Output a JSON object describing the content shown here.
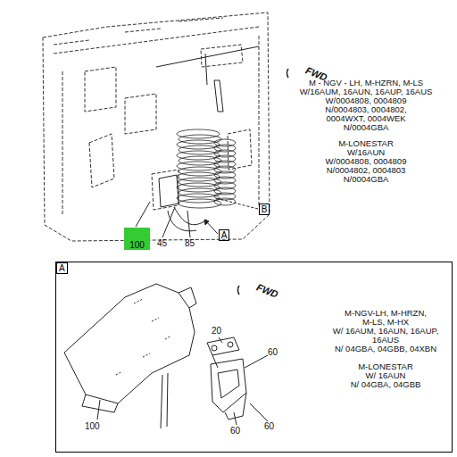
{
  "diagram": {
    "nodes": [
      {
        "text": [
          "100"
        ]
      },
      {
        "text": [
          "B"
        ]
      },
      {
        "text": [
          "A"
        ]
      },
      {
        "text": [
          "A"
        ]
      }
    ],
    "labels": [
      "FWD",
      "M - NGV - LH, M-HZRN, M-LS",
      "W/16AUM, 16AUN, 16AUP, 16AUS",
      "W/0004808, 0004809",
      "N/0004803, 0004802,",
      "0004WXT, 0004WEK",
      "N/0004GBA",
      "M-LONESTAR",
      "W/16AUN",
      "W/0004808, 0004809",
      "N/0004802, 0004803",
      "N/0004GBA",
      "45",
      "85",
      "FWD",
      "20",
      "60",
      "100",
      "60",
      "60",
      "M-NGV-LH, M-HRZN,",
      "M-LS, M-HX",
      "W/ 16AUM, 16AUN, 16AUP,",
      "16AUS",
      "N/ 04GBA, 04GBB, 04XBN",
      "M-LONESTAR",
      "W/ 16AUN",
      "N/ 04GBA, 04GBB"
    ]
  }
}
